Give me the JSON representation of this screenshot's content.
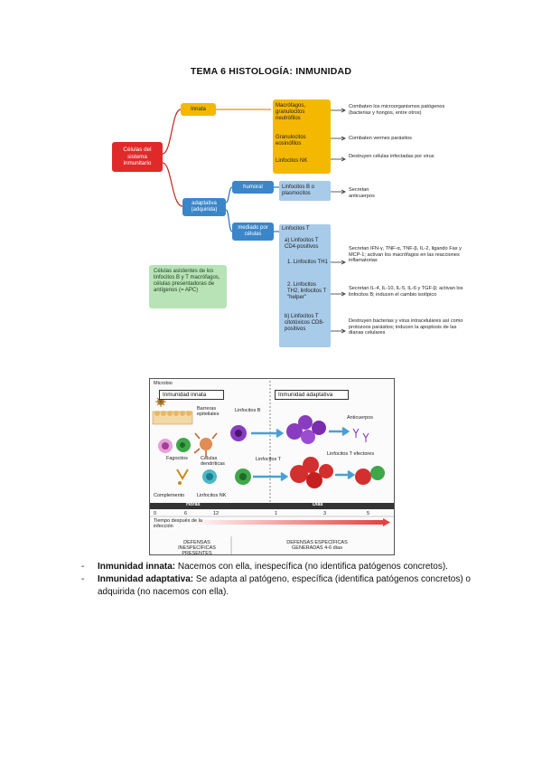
{
  "title": "TEMA 6 HISTOLOGÍA: INMUNIDAD",
  "diagram": {
    "root": "Células del sistema inmunitario",
    "innate": "Innata",
    "adaptive": "adaptativa (adquirida)",
    "humoral": "humoral",
    "cellular": "mediado por células",
    "innate_cells": [
      "Macrófagos, granulocitos neutrófilos",
      "Granulocitos eosinófilos",
      "Linfocitos NK"
    ],
    "innate_desc": [
      "Combaten los microorganismos patógenos (bacterias y hongos, entre otros)",
      "Combaten vermes parásitos",
      "Destruyen células infectadas por virus"
    ],
    "humoral_cells": "Linfocitos B o plasmocitos",
    "humoral_desc": "Secretan anticuerpos",
    "t_header": "Linfocitos T",
    "t_a": "a) Linfocitos T CD4-positivos",
    "t_1": "1. Linfocitos TH1",
    "t_2": "2. Linfocitos TH2, linfocitos T \"helper\"",
    "t_b": "b) Linfocitos T citotóxicos CD8-positivos",
    "t_1_desc": "Secretan IFN-γ, TNF-α, TNF-β, IL-2, ligando Fas y MCP-1; activan los macrófagos en las reacciones inflamatorias",
    "t_2_desc": "Secretan IL-4, IL-10, IL-5, IL-6 y TGF-β; activan los linfocitos B; inducen el cambio isotípico",
    "t_b_desc": "Destruyen bacterias y virus intracelulares así como protozoos parásitos; inducen la apoptosis de las dianas celulares",
    "apc": "Células asistentes de los linfocitos B y T macrófagos, células presentadoras de antígenos (= APC)"
  },
  "figure": {
    "microbe": "Microbio",
    "innate_title": "Inmunidad innata",
    "adaptive_title": "Inmunidad adaptativa",
    "barriers": "Barreras epiteliales",
    "phagocytes": "Fagocitos",
    "dendritic": "Células dendríticas",
    "complement": "Complemento",
    "nk": "Linfocitos NK",
    "b_cells": "Linfocitos B",
    "antibodies": "Anticuerpos",
    "t_cells": "Linfocitos T",
    "effector_t": "Linfocitos T efectores",
    "hours": "Horas",
    "days": "Días",
    "ticks": [
      "0",
      "6",
      "12",
      "1",
      "3",
      "5"
    ],
    "time_label": "Tiempo después de la infección",
    "innate_def": "DEFENSAS INESPECÍFICAS PRESENTES",
    "adaptive_def": "DEFENSAS ESPECÍFICAS GENERADAS 4-6 días"
  },
  "bullets": [
    {
      "term": "Inmunidad innata:",
      "text": " Nacemos con ella, inespecífica (no identifica patógenos concretos)."
    },
    {
      "term": "Inmunidad adaptativa:",
      "text": " Se adapta al patógeno, específica (identifica patógenos concretos) o adquirida (no nacemos con ella)."
    }
  ],
  "colors": {
    "red": "#e02a2a",
    "yellow": "#f5b800",
    "blue": "#3b86c8",
    "green": "#b7e3b6"
  }
}
